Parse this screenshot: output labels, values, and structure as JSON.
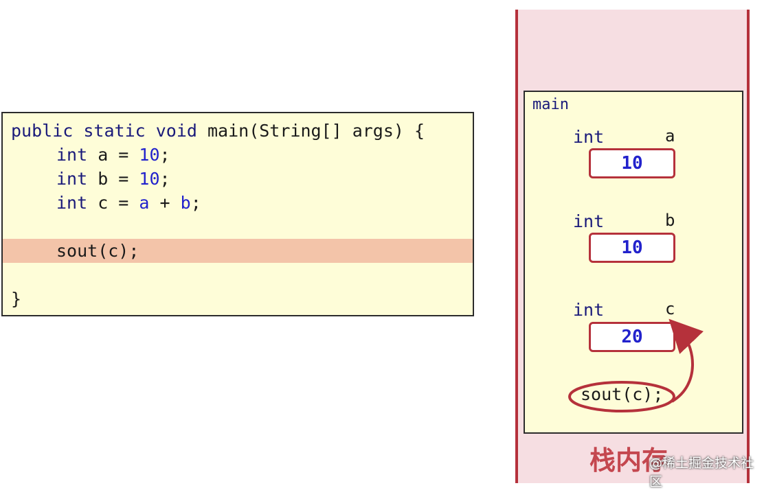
{
  "code": {
    "line1": {
      "kw": "public static void",
      "rest": " main(String[] args) {"
    },
    "line2": {
      "type": "int",
      "name": " a = ",
      "value": "10",
      "end": ";"
    },
    "line3": {
      "type": "int",
      "name": " b = ",
      "value": "10",
      "end": ";"
    },
    "line4": {
      "type": "int",
      "name": " c = ",
      "op1": "a",
      "plus": " + ",
      "op2": "b",
      "end": ";"
    },
    "line5": "sout(c);",
    "line6": "}"
  },
  "stack": {
    "title": "栈内存",
    "frame_name": "main",
    "variables": [
      {
        "type": "int",
        "name": "a",
        "value": "10"
      },
      {
        "type": "int",
        "name": "b",
        "value": "10"
      },
      {
        "type": "int",
        "name": "c",
        "value": "20"
      }
    ],
    "call": "sout(c);"
  },
  "watermark": "@稀土掘金技术社区",
  "colors": {
    "highlight": "#f3c4a9",
    "panel_bg": "#fefdd8",
    "stack_bg": "#f6dee2",
    "accent_red": "#b5313b",
    "keyword": "#1a1a7a",
    "literal": "#2222cc"
  }
}
